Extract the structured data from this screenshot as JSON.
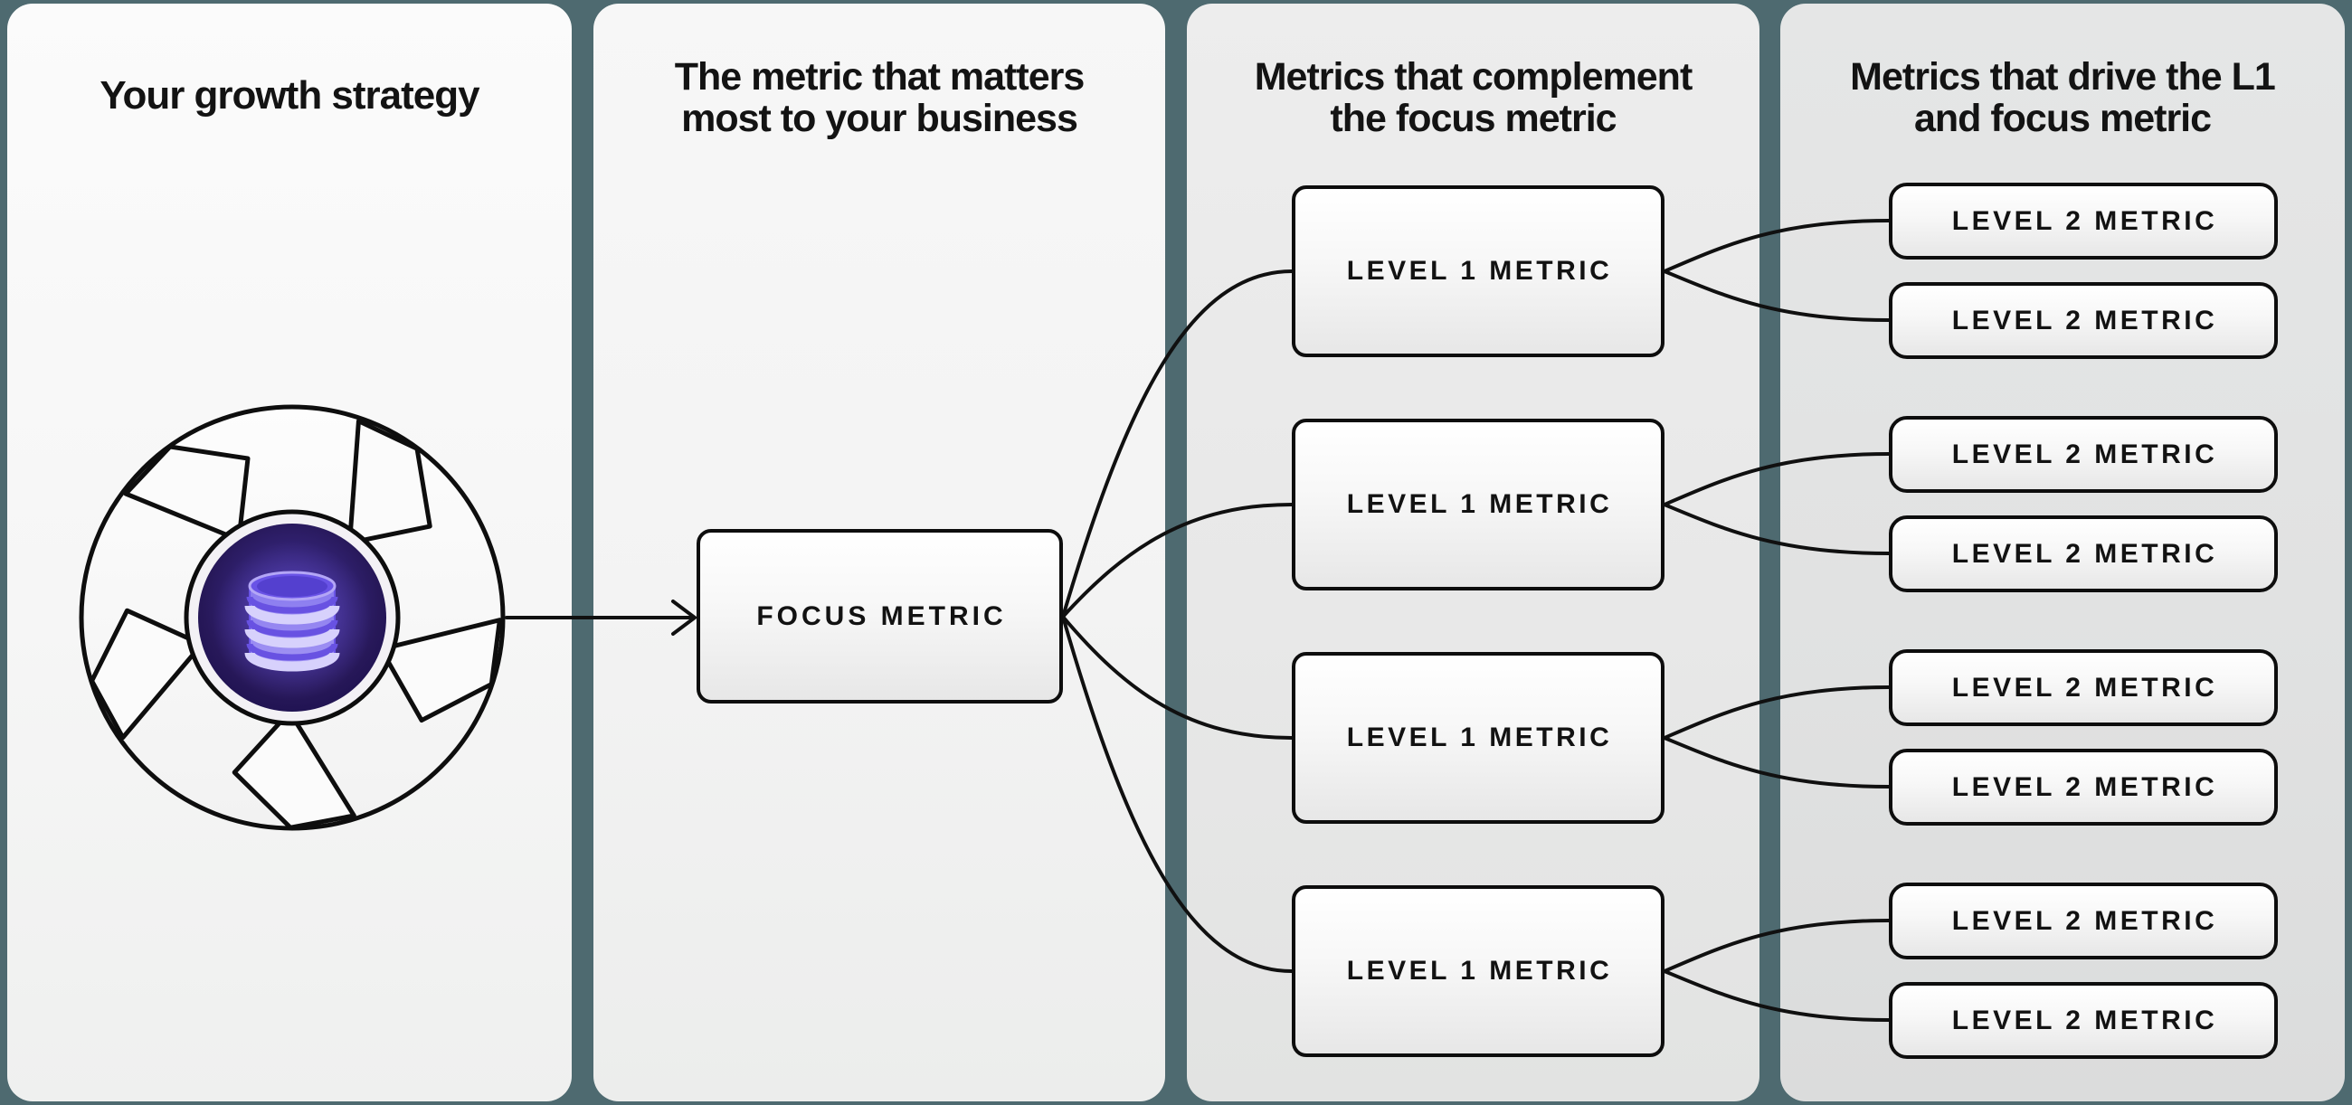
{
  "panels": [
    {
      "title_lines": [
        "Your growth strategy"
      ]
    },
    {
      "title_lines": [
        "The metric that matters",
        "most to your business"
      ]
    },
    {
      "title_lines": [
        "Metrics that complement",
        "the focus metric"
      ]
    },
    {
      "title_lines": [
        "Metrics that drive the L1",
        "and focus metric"
      ]
    }
  ],
  "nodes": {
    "focus": {
      "label": "FOCUS METRIC"
    },
    "level1": [
      {
        "label": "LEVEL 1 METRIC"
      },
      {
        "label": "LEVEL 1 METRIC"
      },
      {
        "label": "LEVEL 1 METRIC"
      },
      {
        "label": "LEVEL 1 METRIC"
      }
    ],
    "level2": [
      {
        "label": "LEVEL 2 METRIC"
      },
      {
        "label": "LEVEL 2 METRIC"
      },
      {
        "label": "LEVEL 2 METRIC"
      },
      {
        "label": "LEVEL 2 METRIC"
      },
      {
        "label": "LEVEL 2 METRIC"
      },
      {
        "label": "LEVEL 2 METRIC"
      },
      {
        "label": "LEVEL 2 METRIC"
      },
      {
        "label": "LEVEL 2 METRIC"
      }
    ]
  },
  "icons": {
    "flywheel": "flywheel-icon",
    "database": "database-icon",
    "arrow": "right-arrow-icon"
  },
  "colors": {
    "background_teal": "#4e6a70",
    "panel_light": "#f6f6f6",
    "panel_gray": "#e2e3e2",
    "line_black": "#101010",
    "node_border": "#0d0d0d",
    "hub_indigo_dark": "#1e1150",
    "hub_indigo_mid": "#342478",
    "db_purple_body": "#8a78ee",
    "db_purple_highlight": "#d7d1fc",
    "db_purple_top": "#6953e6"
  }
}
